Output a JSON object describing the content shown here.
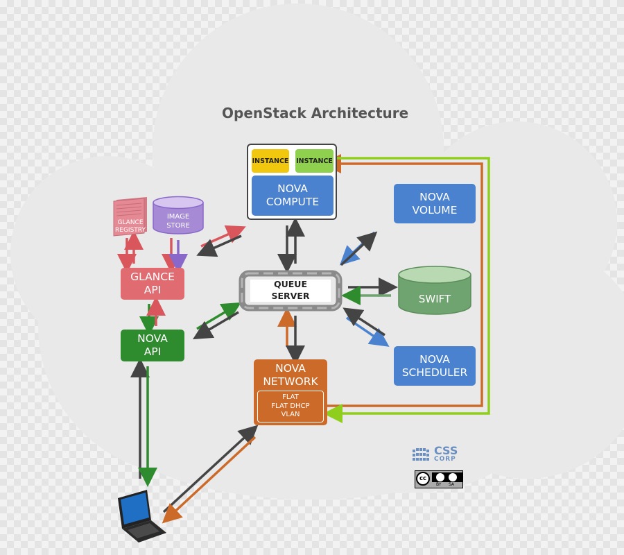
{
  "diagram": {
    "title": "OpenStack Architecture",
    "nova_compute": {
      "label_line1": "NOVA",
      "label_line2": "COMPUTE",
      "instance1": "INSTANCE",
      "instance2": "INSTANCE"
    },
    "nova_volume": {
      "line1": "NOVA",
      "line2": "VOLUME"
    },
    "swift": {
      "label": "SWIFT"
    },
    "nova_scheduler": {
      "line1": "NOVA",
      "line2": "SCHEDULER"
    },
    "queue_server": {
      "line1": "QUEUE",
      "line2": "SERVER"
    },
    "glance_api": {
      "line1": "GLANCE",
      "line2": "API"
    },
    "nova_api": {
      "line1": "NOVA",
      "line2": "API"
    },
    "nova_network": {
      "line1": "NOVA",
      "line2": "NETWORK",
      "modes": [
        "FLAT",
        "FLAT DHCP",
        "VLAN"
      ]
    },
    "glance_registry": {
      "line1": "GLANCE",
      "line2": "REGISTRY"
    },
    "image_store": {
      "line1": "IMAGE",
      "line2": "STORE"
    },
    "logo": {
      "text_line1": "CSS",
      "text_line2": "CORP"
    },
    "license": {
      "cc": "cc",
      "by": "BY",
      "sa": "SA"
    },
    "colors": {
      "blue": "#4a82cf",
      "red": "#e06b70",
      "green": "#2e8b2e",
      "orange": "#cc6a2a",
      "swift": "#6fa36f",
      "registry": "#e58a95",
      "image_store": "#a68ad6",
      "instance1": "#f2c80f",
      "instance2": "#8fd14f",
      "cloud": "#e9e9e9",
      "arrow_dark": "#444444"
    }
  }
}
